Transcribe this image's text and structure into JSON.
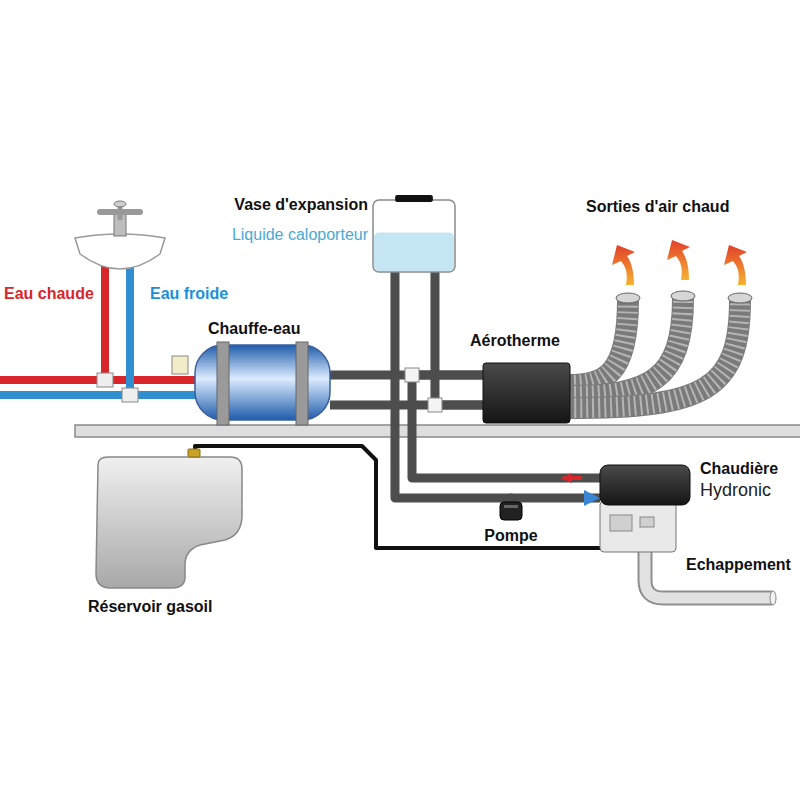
{
  "diagram": {
    "nodes": [
      {
        "text": [
          "Vase d'expansion",
          "Liquide caloporteur"
        ]
      },
      {
        "text": [
          "Chauffe-eau"
        ]
      },
      {
        "text": [
          "Aérotherme"
        ]
      },
      {
        "text": [
          "Chaudière",
          "Hydronic"
        ]
      },
      {
        "text": [
          "Pompe"
        ]
      },
      {
        "text": [
          "Réservoir gasoil"
        ]
      }
    ],
    "edges": [
      {
        "from": 1,
        "to": 2,
        "arrow": "none"
      },
      {
        "from": 1,
        "to": 2,
        "arrow": "none"
      },
      {
        "from": 0,
        "to": 4,
        "arrow": "none"
      },
      {
        "from": 4,
        "to": 3,
        "arrow": "to"
      },
      {
        "from": 3,
        "to": 2,
        "arrow": "none"
      },
      {
        "from": 0,
        "to": 2,
        "arrow": "none"
      },
      {
        "from": 5,
        "to": 3,
        "arrow": "none"
      }
    ],
    "labels": [
      "Sorties d'air chaud",
      "Eau chaude",
      "Eau froide",
      "Echappement"
    ]
  }
}
